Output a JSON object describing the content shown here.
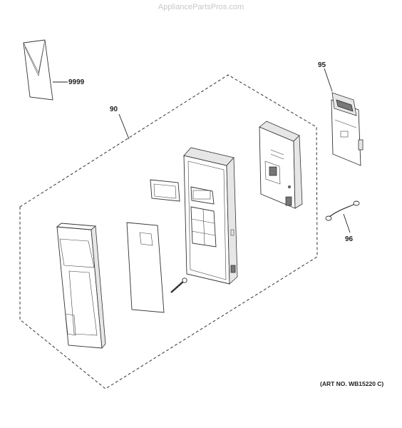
{
  "watermark": "AppliancePartsPros.com",
  "art_number": "(ART NO. WB15220 C)",
  "callouts": [
    {
      "id": "9999",
      "label": "9999",
      "part": "literature-envelope"
    },
    {
      "id": "90",
      "label": "90",
      "part": "control-panel-assembly"
    },
    {
      "id": "95",
      "label": "95",
      "part": "control-board"
    },
    {
      "id": "96",
      "label": "96",
      "part": "wire-harness"
    }
  ]
}
